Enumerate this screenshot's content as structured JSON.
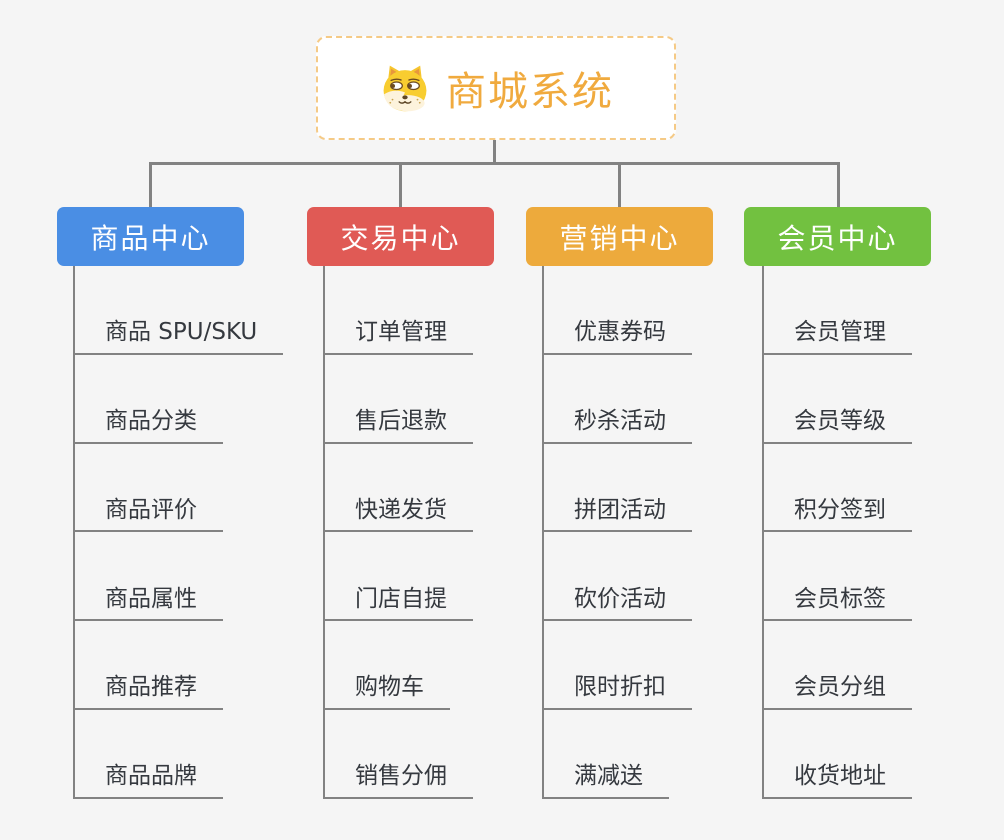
{
  "root": {
    "title": "商城系统",
    "icon": "doge-icon",
    "text_color": "#f0aa3e",
    "border_color": "#f5ca86",
    "background": "#ffffff"
  },
  "connector_color": "#828282",
  "page_background": "#f5f5f5",
  "branches": [
    {
      "key": "product-center",
      "label": "商品中心",
      "color": "#4a8ee4",
      "items": [
        "商品 SPU/SKU",
        "商品分类",
        "商品评价",
        "商品属性",
        "商品推荐",
        "商品品牌"
      ]
    },
    {
      "key": "trade-center",
      "label": "交易中心",
      "color": "#e05a55",
      "items": [
        "订单管理",
        "售后退款",
        "快递发货",
        "门店自提",
        "购物车",
        "销售分佣"
      ]
    },
    {
      "key": "marketing-center",
      "label": "营销中心",
      "color": "#edaa3c",
      "items": [
        "优惠券码",
        "秒杀活动",
        "拼团活动",
        "砍价活动",
        "限时折扣",
        "满减送"
      ]
    },
    {
      "key": "member-center",
      "label": "会员中心",
      "color": "#72c140",
      "items": [
        "会员管理",
        "会员等级",
        "积分签到",
        "会员标签",
        "会员分组",
        "收货地址"
      ]
    }
  ]
}
